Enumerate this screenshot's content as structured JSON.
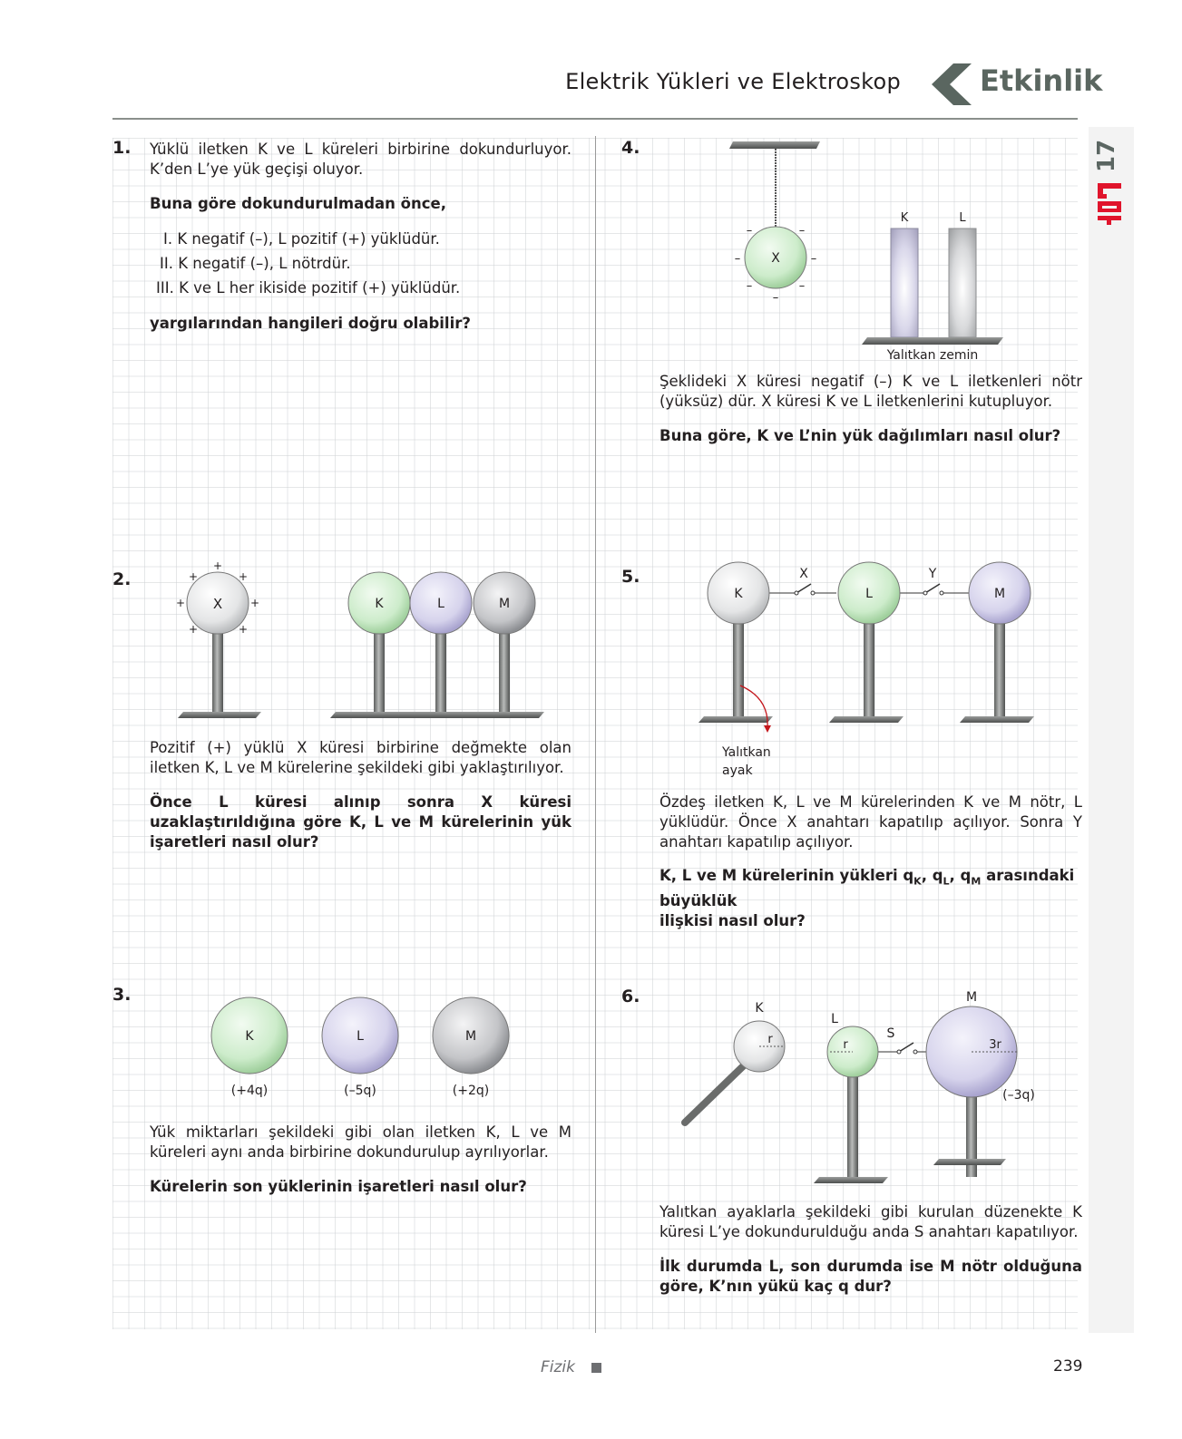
{
  "header": {
    "title": "Elektrik Yükleri ve Elektroskop",
    "badge": "Etkinlik"
  },
  "side": {
    "number": "17",
    "logo": "FÖY"
  },
  "q1": {
    "num": "1.",
    "text": "Yüklü iletken K ve L küreleri birbirine dokundurluyor. K’den L’ye yük geçişi oluyor.",
    "prompt": "Buna göre dokundurulmadan önce,",
    "items": [
      "I. K negatif (–), L pozitif (+) yüklüdür.",
      "II. K negatif (–), L nötrdür.",
      "III. K ve L her ikiside pozitif (+) yüklüdür."
    ],
    "question": "yargılarından hangileri doğru olabilir?"
  },
  "q2": {
    "num": "2.",
    "labels": {
      "x": "X",
      "k": "K",
      "l": "L",
      "m": "M",
      "plus": "+"
    },
    "text": "Pozitif (+) yüklü X küresi birbirine değmekte olan iletken K, L ve M kürelerine şekildeki gibi yaklaştırılıyor.",
    "question": "Önce L küresi alınıp sonra X küresi uzaklaştırıldığına göre K, L ve M kürelerinin yük işaretleri nasıl olur?"
  },
  "q3": {
    "num": "3.",
    "labels": {
      "k": "K",
      "l": "L",
      "m": "M"
    },
    "charges": {
      "k": "(+4q)",
      "l": "(–5q)",
      "m": "(+2q)"
    },
    "text": "Yük miktarları şekildeki gibi olan iletken K, L ve M küreleri aynı anda birbirine dokundurulup ayrılıyorlar.",
    "question": "Kürelerin son yüklerinin işaretleri nasıl olur?"
  },
  "q4": {
    "num": "4.",
    "labels": {
      "x": "X",
      "k": "K",
      "l": "L",
      "minus": "–",
      "ground": "Yalıtkan zemin"
    },
    "text": "Şeklideki X küresi negatif (–) K ve L iletkenleri nötr (yüksüz) dür. X küresi K ve L iletkenlerini kutupluyor.",
    "question": "Buna göre, K ve L’nin yük dağılımları nasıl olur?"
  },
  "q5": {
    "num": "5.",
    "labels": {
      "k": "K",
      "l": "L",
      "m": "M",
      "x": "X",
      "y": "Y",
      "insulator1": "Yalıtkan",
      "insulator2": "ayak"
    },
    "text": "Özdeş iletken K, L ve M kürelerinden K ve M nötr, L yüklüdür. Önce X anahtarı kapatılıp açılıyor. Sonra Y anahtarı kapatılıp açılıyor.",
    "question_pre": "K, L ve M kürelerinin yükleri q",
    "sub_k": "K",
    "sep1": ", q",
    "sub_l": "L",
    "sep2": ", q",
    "sub_m": "M",
    "question_post": " arasındaki büyüklük",
    "question_line2": "ilişkisi nasıl olur?"
  },
  "q6": {
    "num": "6.",
    "labels": {
      "k": "K",
      "l": "L",
      "m": "M",
      "s": "S",
      "r1": "r",
      "r2": "r",
      "r3": "3r",
      "charge_m": "(–3q)"
    },
    "text": "Yalıtkan ayaklarla şekildeki gibi kurulan düzenekte K küresi L’ye dokundurulduğu anda S anahtarı kapatılıyor.",
    "question": "İlk durumda L, son durumda ise M nötr olduğuna göre, K’nın yükü kaç q dur?"
  },
  "footer": {
    "subject": "Fizik",
    "page": "239"
  },
  "colors": {
    "green": "#d4efd3",
    "lavender": "#d9d6ee",
    "grey": "#c8c9cc",
    "white": "#f1f1f1",
    "accent": "#e0142c",
    "badge": "#5a6660"
  }
}
